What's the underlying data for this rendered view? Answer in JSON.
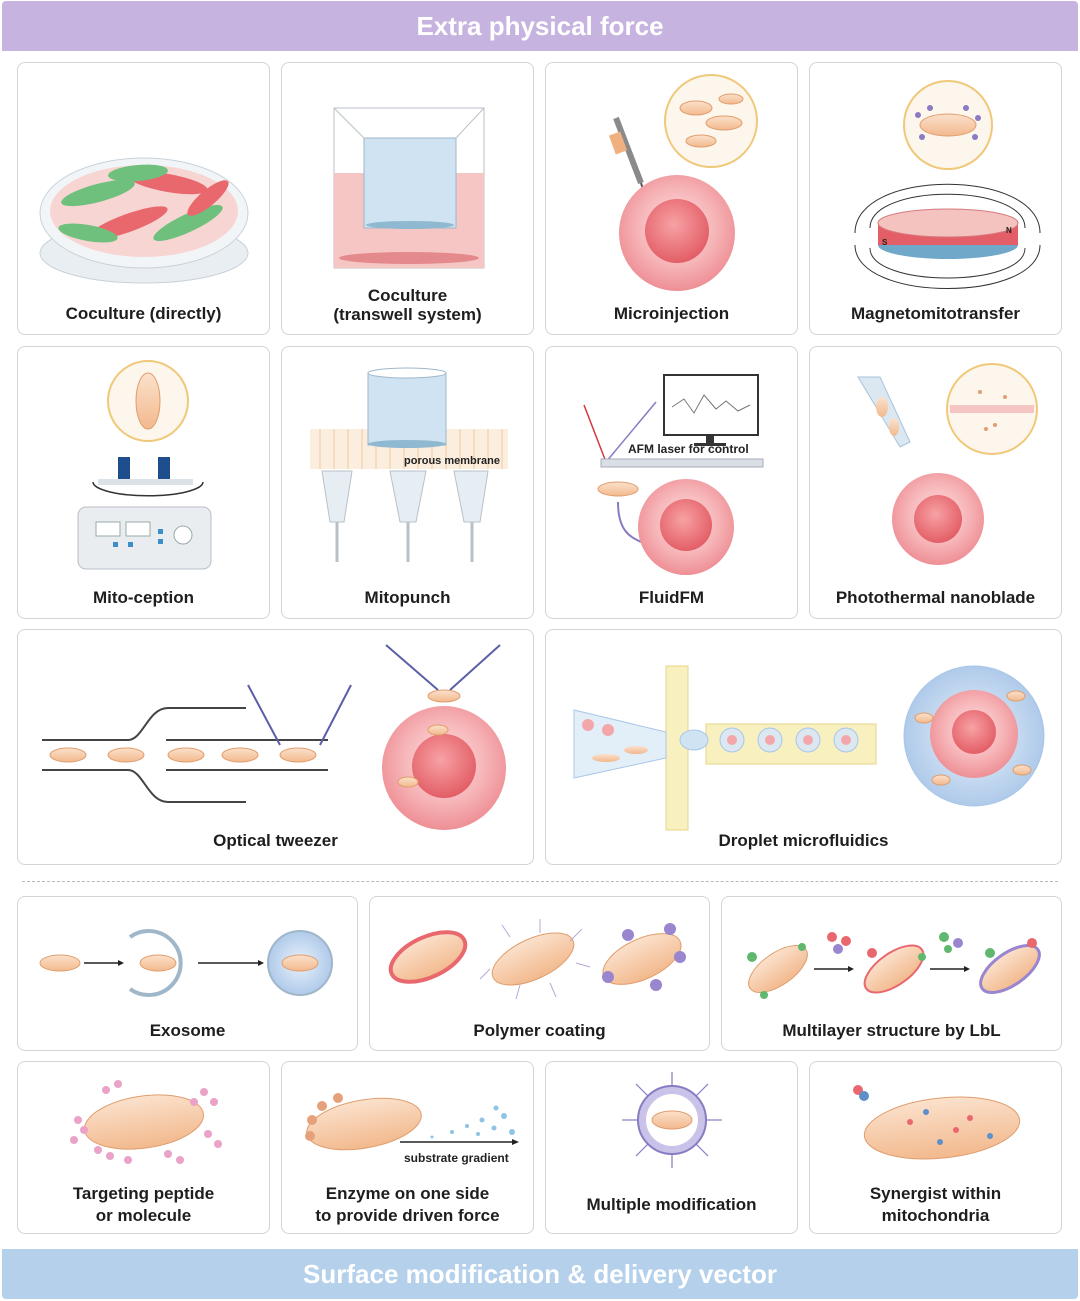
{
  "header": {
    "title": "Extra physical force"
  },
  "footer": {
    "title": "Surface modification & delivery vector"
  },
  "cards": {
    "coculture_direct": {
      "label": "Coculture (directly)"
    },
    "coculture_transwell": {
      "label_line1": "Coculture",
      "label_line2": "(transwell system)"
    },
    "microinjection": {
      "label": "Microinjection"
    },
    "magnetomitotransfer": {
      "label": "Magnetomitotransfer",
      "pole_s": "S",
      "pole_n": "N"
    },
    "mitoception": {
      "label": "Mito-ception"
    },
    "mitopunch": {
      "label": "Mitopunch",
      "annotation": "porous membrane"
    },
    "fluidfm": {
      "label": "FluidFM",
      "annotation": "AFM laser for control"
    },
    "photothermal": {
      "label": "Photothermal nanoblade"
    },
    "optical_tweezer": {
      "label": "Optical tweezer"
    },
    "droplet": {
      "label": "Droplet microfluidics"
    },
    "exosome": {
      "label": "Exosome"
    },
    "polymer": {
      "label": "Polymer coating"
    },
    "lbl": {
      "label": "Multilayer structure by LbL"
    },
    "peptide": {
      "label_line1": "Targeting peptide",
      "label_line2": "or molecule"
    },
    "enzyme": {
      "label_line1": "Enzyme on one side",
      "label_line2": "to provide driven force",
      "annotation": "substrate gradient"
    },
    "multiple": {
      "label": "Multiple modification"
    },
    "synergist": {
      "label_line1": "Synergist within",
      "label_line2": "mitochondria"
    }
  },
  "colors": {
    "header_bg": "#c7b3df",
    "footer_bg": "#b5d0ea",
    "mito_fill": "#f6c9a6",
    "cell_fill": "#f4a7aa",
    "nucleus_fill": "#e8686e",
    "green_cell": "#6fbf7d"
  }
}
